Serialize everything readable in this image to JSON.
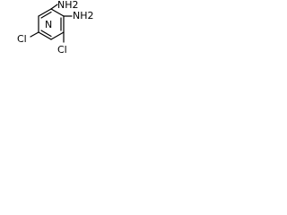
{
  "molecule": {
    "name": "",
    "atoms": {
      "ring_nitrogen": "N",
      "amino_top": "NH2",
      "amino_right": "NH2",
      "chloro_left": "Cl",
      "chloro_bottom": "Cl"
    }
  },
  "colors": {
    "bond": "#000000",
    "label": "#000000",
    "background": "#ffffff"
  }
}
